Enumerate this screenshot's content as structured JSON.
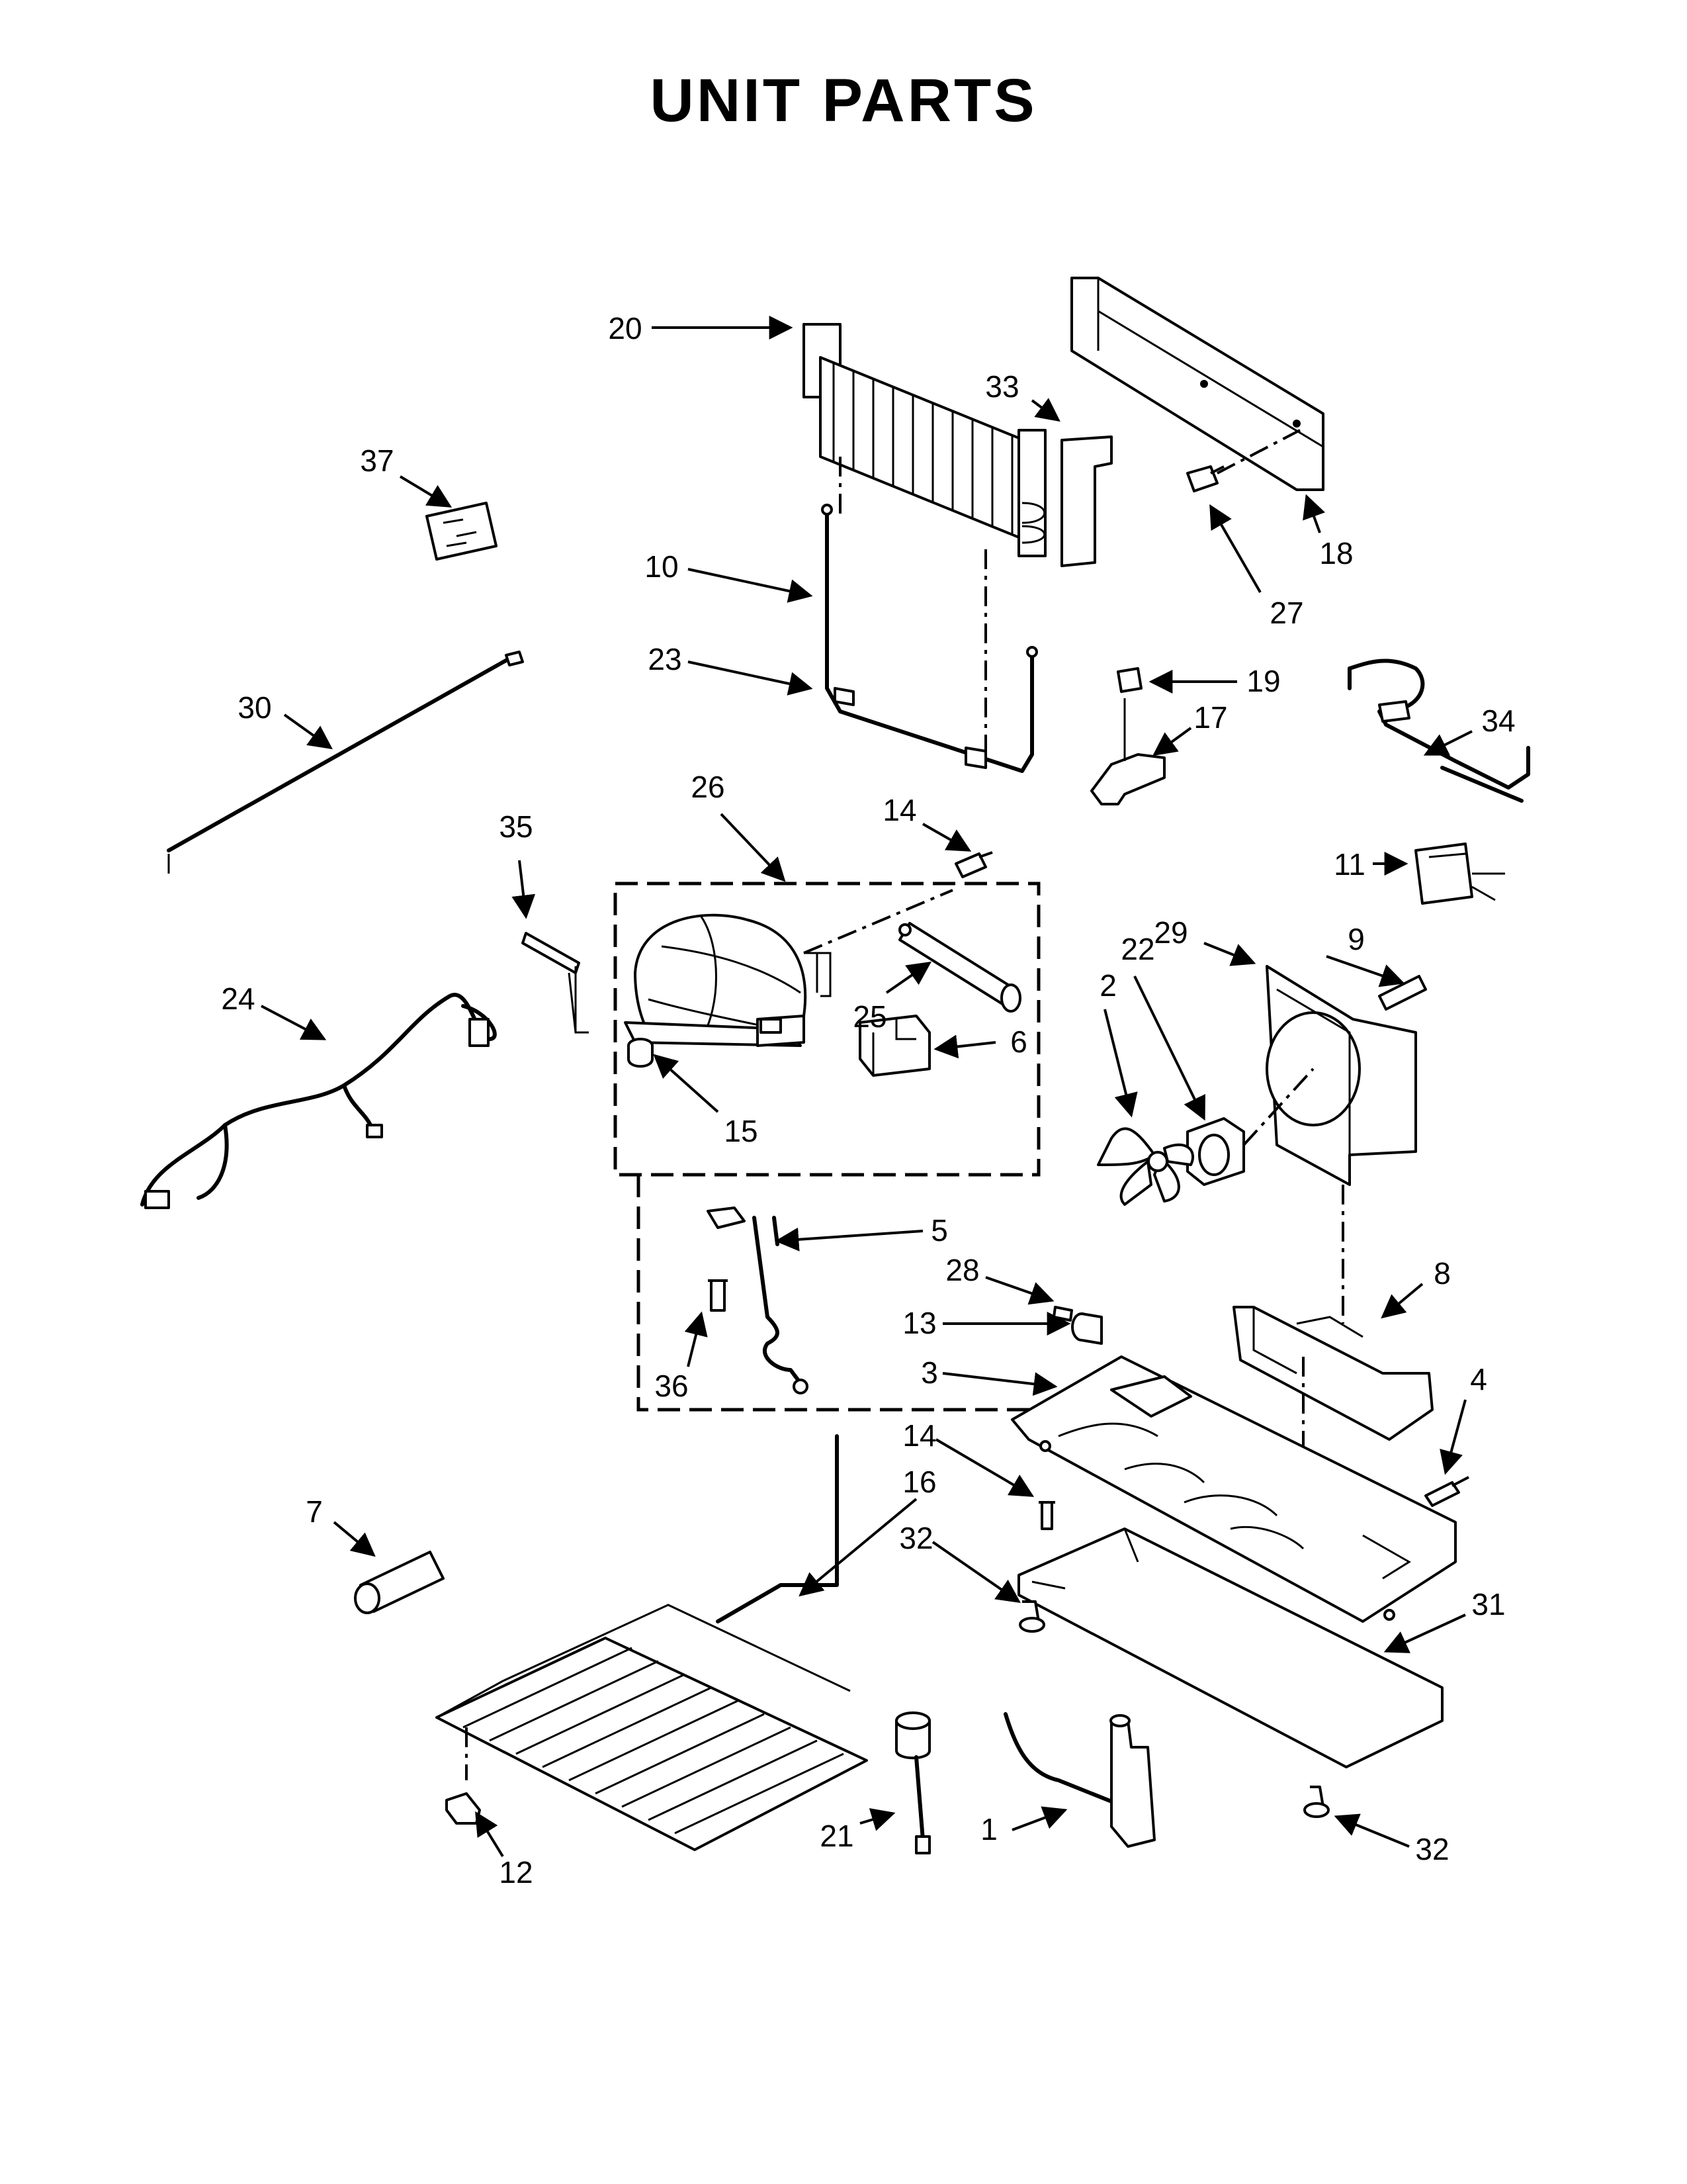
{
  "title": "UNIT PARTS",
  "callouts": {
    "c1": "1",
    "c2": "2",
    "c3": "3",
    "c4": "4",
    "c5": "5",
    "c6": "6",
    "c7": "7",
    "c8": "8",
    "c9": "9",
    "c10": "10",
    "c11": "11",
    "c12": "12",
    "c13": "13",
    "c14a": "14",
    "c14b": "14",
    "c15": "15",
    "c16": "16",
    "c17": "17",
    "c18": "18",
    "c19": "19",
    "c20": "20",
    "c21": "21",
    "c22": "22",
    "c23": "23",
    "c24": "24",
    "c25": "25",
    "c26": "26",
    "c27": "27",
    "c28": "28",
    "c29": "29",
    "c30": "30",
    "c31": "31",
    "c32a": "32",
    "c32b": "32",
    "c33": "33",
    "c34": "34",
    "c35": "35",
    "c36": "36",
    "c37": "37"
  }
}
